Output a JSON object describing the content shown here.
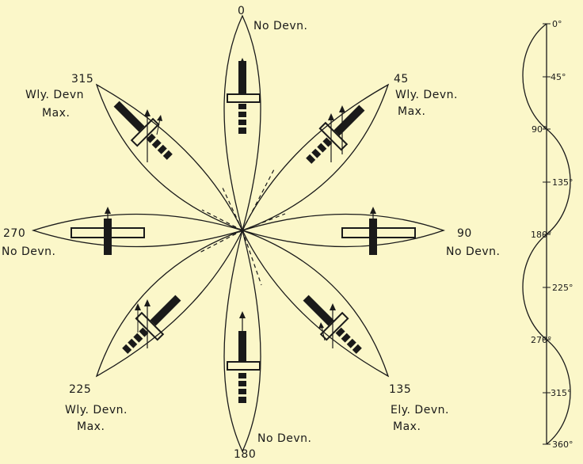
{
  "colors": {
    "background": "#fbf7c9",
    "ink": "#1a1a1a"
  },
  "headings": [
    {
      "id": "h0",
      "angle": 0,
      "number": "0",
      "note_lines": [
        "No Devn."
      ]
    },
    {
      "id": "h45",
      "angle": 45,
      "number": "45",
      "note_lines": [
        "Wly. Devn.",
        "Max."
      ]
    },
    {
      "id": "h90",
      "angle": 90,
      "number": "90",
      "note_lines": [
        "No Devn."
      ]
    },
    {
      "id": "h135",
      "angle": 135,
      "number": "135",
      "note_lines": [
        "Ely. Devn.",
        "Max."
      ]
    },
    {
      "id": "h180",
      "angle": 180,
      "number": "180",
      "note_lines": [
        "No Devn."
      ]
    },
    {
      "id": "h225",
      "angle": 225,
      "number": "225",
      "note_lines": [
        "Wly. Devn.",
        "Max."
      ]
    },
    {
      "id": "h270",
      "angle": 270,
      "number": "270",
      "note_lines": [
        "No Devn."
      ]
    },
    {
      "id": "h315",
      "angle": 315,
      "number": "315",
      "note_lines": [
        "Wly. Devn",
        "Max."
      ]
    }
  ],
  "scale": {
    "ticks": [
      "0°",
      "45°",
      "90°",
      "135°",
      "180°",
      "225°",
      "270°",
      "315°",
      "360°"
    ]
  }
}
